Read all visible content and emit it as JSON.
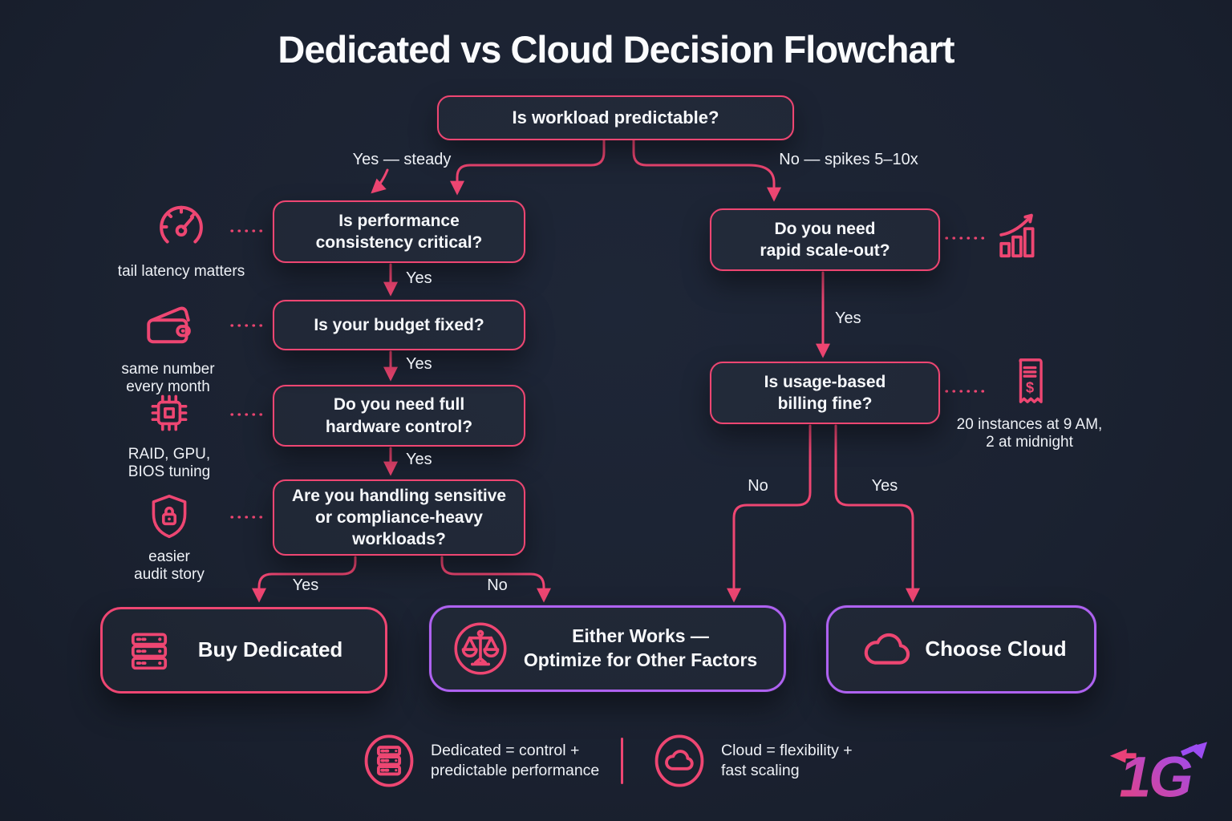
{
  "colors": {
    "background": "#1b2231",
    "pink": "#ee4672",
    "purple": "#ae62f0",
    "text": "#f5f7fa"
  },
  "title": "Dedicated vs Cloud Decision Flowchart",
  "root": {
    "question": "Is workload predictable?"
  },
  "branches": {
    "left_label": "Yes — steady",
    "right_label": "No — spikes 5–10x"
  },
  "left_chain": {
    "q1": "Is performance\nconsistency critical?",
    "q1_edge": "Yes",
    "q2": "Is your budget fixed?",
    "q2_edge": "Yes",
    "q3": "Do you need full\nhardware control?",
    "q3_edge": "Yes",
    "q4": "Are you handling sensitive\nor compliance-heavy\nworkloads?",
    "q4_yes": "Yes",
    "q4_no": "No"
  },
  "right_chain": {
    "q1": "Do you need\nrapid scale-out?",
    "q1_edge": "Yes",
    "q2": "Is usage-based\nbilling fine?",
    "q2_no": "No",
    "q2_yes": "Yes"
  },
  "annotations": {
    "tail_latency": {
      "icon": "gauge-icon",
      "label": "tail latency matters"
    },
    "budget": {
      "icon": "wallet-icon",
      "label": "same number\nevery month"
    },
    "hardware": {
      "icon": "chip-icon",
      "label": "RAID, GPU,\nBIOS tuning"
    },
    "audit": {
      "icon": "shield-lock-icon",
      "label": "easier\naudit story"
    },
    "scaleout": {
      "icon": "growth-chart-icon",
      "label": ""
    },
    "billing": {
      "icon": "receipt-icon",
      "label": "20 instances at 9 AM,\n2 at midnight"
    }
  },
  "results": {
    "dedicated": {
      "label": "Buy Dedicated",
      "icon": "server-rack-icon"
    },
    "either": {
      "label": "Either Works —\nOptimize for Other Factors",
      "icon": "scales-icon"
    },
    "cloud": {
      "label": "Choose Cloud",
      "icon": "cloud-icon"
    }
  },
  "legend": {
    "dedicated": "Dedicated = control +\npredictable performance",
    "cloud": "Cloud = flexibility +\nfast scaling"
  },
  "logo": "1G"
}
